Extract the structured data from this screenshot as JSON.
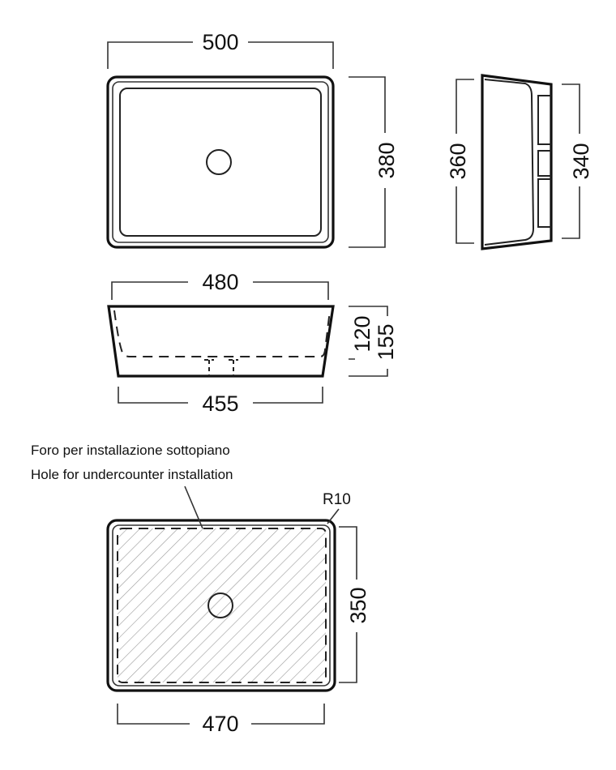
{
  "dimensions": {
    "top_width": "500",
    "top_depth": "380",
    "side_depth_top": "360",
    "side_depth_bottom": "340",
    "front_top_width": "480",
    "front_inner_height": "120",
    "front_total_height": "155",
    "front_bottom_width": "455",
    "undercounter_hole_depth": "350",
    "undercounter_hole_width": "470",
    "corner_radius": "R10"
  },
  "notes": {
    "line_it": "Foro per installazione sottopiano",
    "line_en": "Hole for undercounter installation"
  }
}
